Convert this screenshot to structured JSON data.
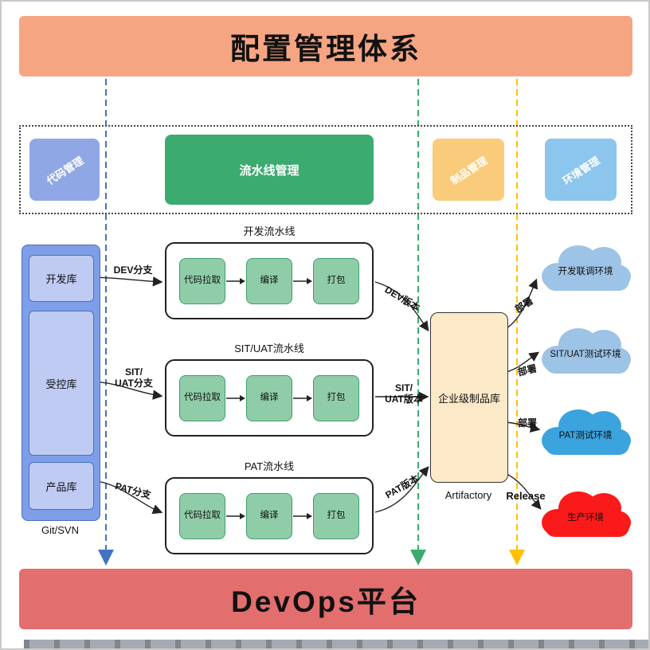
{
  "header": {
    "title": "配置管理体系"
  },
  "footer": {
    "title": "DevOps平台"
  },
  "legend": {
    "code_label": "代码管理",
    "pipeline_label": "流水线管理",
    "artifact_label": "制品管理",
    "env_label": "环境管理"
  },
  "repo_stack": {
    "items": [
      {
        "label": "开发库"
      },
      {
        "label": "受控库"
      },
      {
        "label": "产品库"
      }
    ],
    "caption": "Git/SVN"
  },
  "pipelines": [
    {
      "title": "开发流水线",
      "steps": [
        "代码拉取",
        "编译",
        "打包"
      ],
      "branch_label": "DEV分支",
      "version_label": "DEV版本"
    },
    {
      "title": "SIT/UAT流水线",
      "steps": [
        "代码拉取",
        "编译",
        "打包"
      ],
      "branch_label": "SIT/\nUAT分支",
      "version_label": "SIT/\nUAT版本"
    },
    {
      "title": "PAT流水线",
      "steps": [
        "代码拉取",
        "编译",
        "打包"
      ],
      "branch_label": "PAT分支",
      "version_label": "PAT版本"
    }
  ],
  "artifact_repo": {
    "label": "企业级制品库",
    "caption": "Artifactory"
  },
  "deployments": {
    "deploy1": "部署",
    "deploy2": "部署",
    "deploy3": "部署",
    "release": "Release"
  },
  "environments": [
    {
      "label": "开发联调环境",
      "color": "#9DC3E6"
    },
    {
      "label": "SIT/UAT测试环境",
      "color": "#9DC3E6"
    },
    {
      "label": "PAT测试环境",
      "color": "#3BA3DE"
    },
    {
      "label": "生产环境",
      "color": "#FB1A1A"
    }
  ],
  "colors": {
    "header_bg": "#F6A583",
    "footer_bg": "#E26E6E",
    "code_bg": "#8FA7E4",
    "pipeline_bg": "#3BAB6F",
    "artifact_mgmt_bg": "#FACB7B",
    "env_mgmt_bg": "#8CC5EE",
    "repo_outer": "#7E9EE8",
    "repo_inner": "#BFCBF2",
    "step_bg": "#8FCDA8",
    "artifact_repo_bg": "#FBE9C8",
    "dash_blue": "#4472C4",
    "dash_green": "#3BAB6F",
    "dash_orange": "#FFC000"
  }
}
